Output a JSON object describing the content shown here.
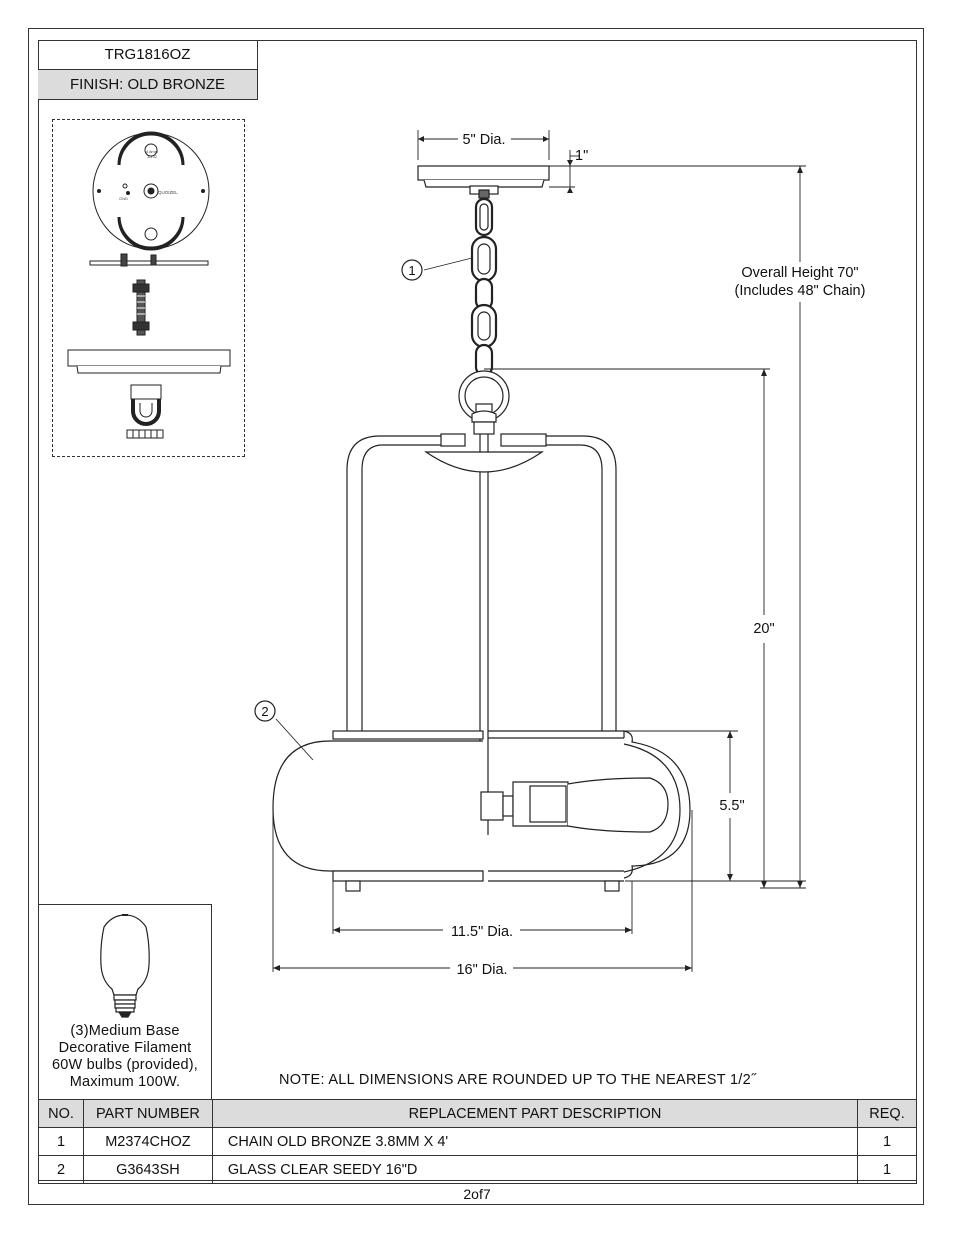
{
  "model": "TRG1816OZ",
  "finish": "FINISH: OLD BRONZE",
  "dimensions": {
    "canopy": "5\" Dia.",
    "canopy_height": "1\"",
    "overall_line1": "Overall Height 70\"",
    "overall_line2": "(Includes 48\" Chain)",
    "body_height": "20\"",
    "glass_height": "5.5\"",
    "base_dia": "11.5\" Dia.",
    "glass_dia": "16\" Dia."
  },
  "callouts": [
    "1",
    "2"
  ],
  "hardware_labels": {
    "plate_text1": "4.8mm",
    "plate_text2": "10/32",
    "brand": "QUOIZEL",
    "gnd": "GND"
  },
  "bulb": {
    "line1": "(3)Medium Base",
    "line2": "Decorative Filament",
    "line3": "60W bulbs (provided),",
    "line4": "Maximum 100W."
  },
  "note": "NOTE:  ALL DIMENSIONS ARE ROUNDED UP TO THE NEAREST  1/2˝",
  "table": {
    "headers": [
      "NO.",
      "PART NUMBER",
      "REPLACEMENT PART DESCRIPTION",
      "REQ."
    ],
    "rows": [
      [
        "1",
        "M2374CHOZ",
        "CHAIN OLD BRONZE 3.8MM X 4'",
        "1"
      ],
      [
        "2",
        "G3643SH",
        "GLASS CLEAR SEEDY 16\"D",
        "1"
      ]
    ]
  },
  "page": "2of7"
}
